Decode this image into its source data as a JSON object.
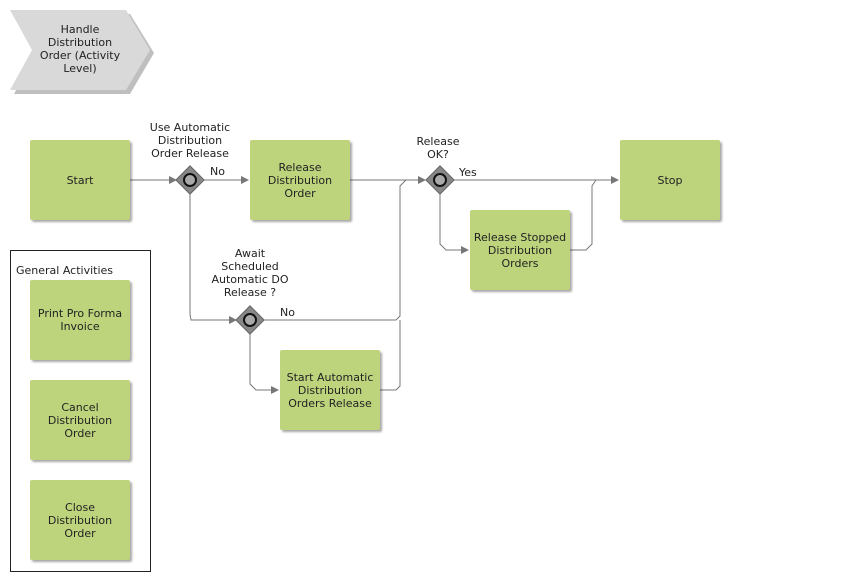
{
  "diagram": {
    "title": "Handle\nDistribution\nOrder (Activity\nLevel)",
    "colors": {
      "task_fill": "#bdd47d",
      "gateway_fill": "#888888",
      "banner_fill": "#d9d9d9",
      "line": "#777777"
    },
    "tasks": {
      "start": "Start",
      "release_do": "Release\nDistribution\nOrder",
      "stop": "Stop",
      "release_stopped": "Release Stopped\nDistribution\nOrders",
      "start_automatic": "Start Automatic\nDistribution\nOrders Release"
    },
    "gateways": {
      "use_automatic": "Use Automatic\nDistribution\nOrder Release",
      "release_ok": "Release\nOK?",
      "await_scheduled": "Await\nScheduled\nAutomatic DO\nRelease ?"
    },
    "flow_labels": {
      "no1": "No",
      "yes": "Yes",
      "no2": "No"
    },
    "general_activities": {
      "title": "General Activities",
      "items": {
        "print_pro_forma": "Print Pro Forma\nInvoice",
        "cancel_do": "Cancel\nDistribution\nOrder",
        "close_do": "Close\nDistribution\nOrder"
      }
    }
  }
}
